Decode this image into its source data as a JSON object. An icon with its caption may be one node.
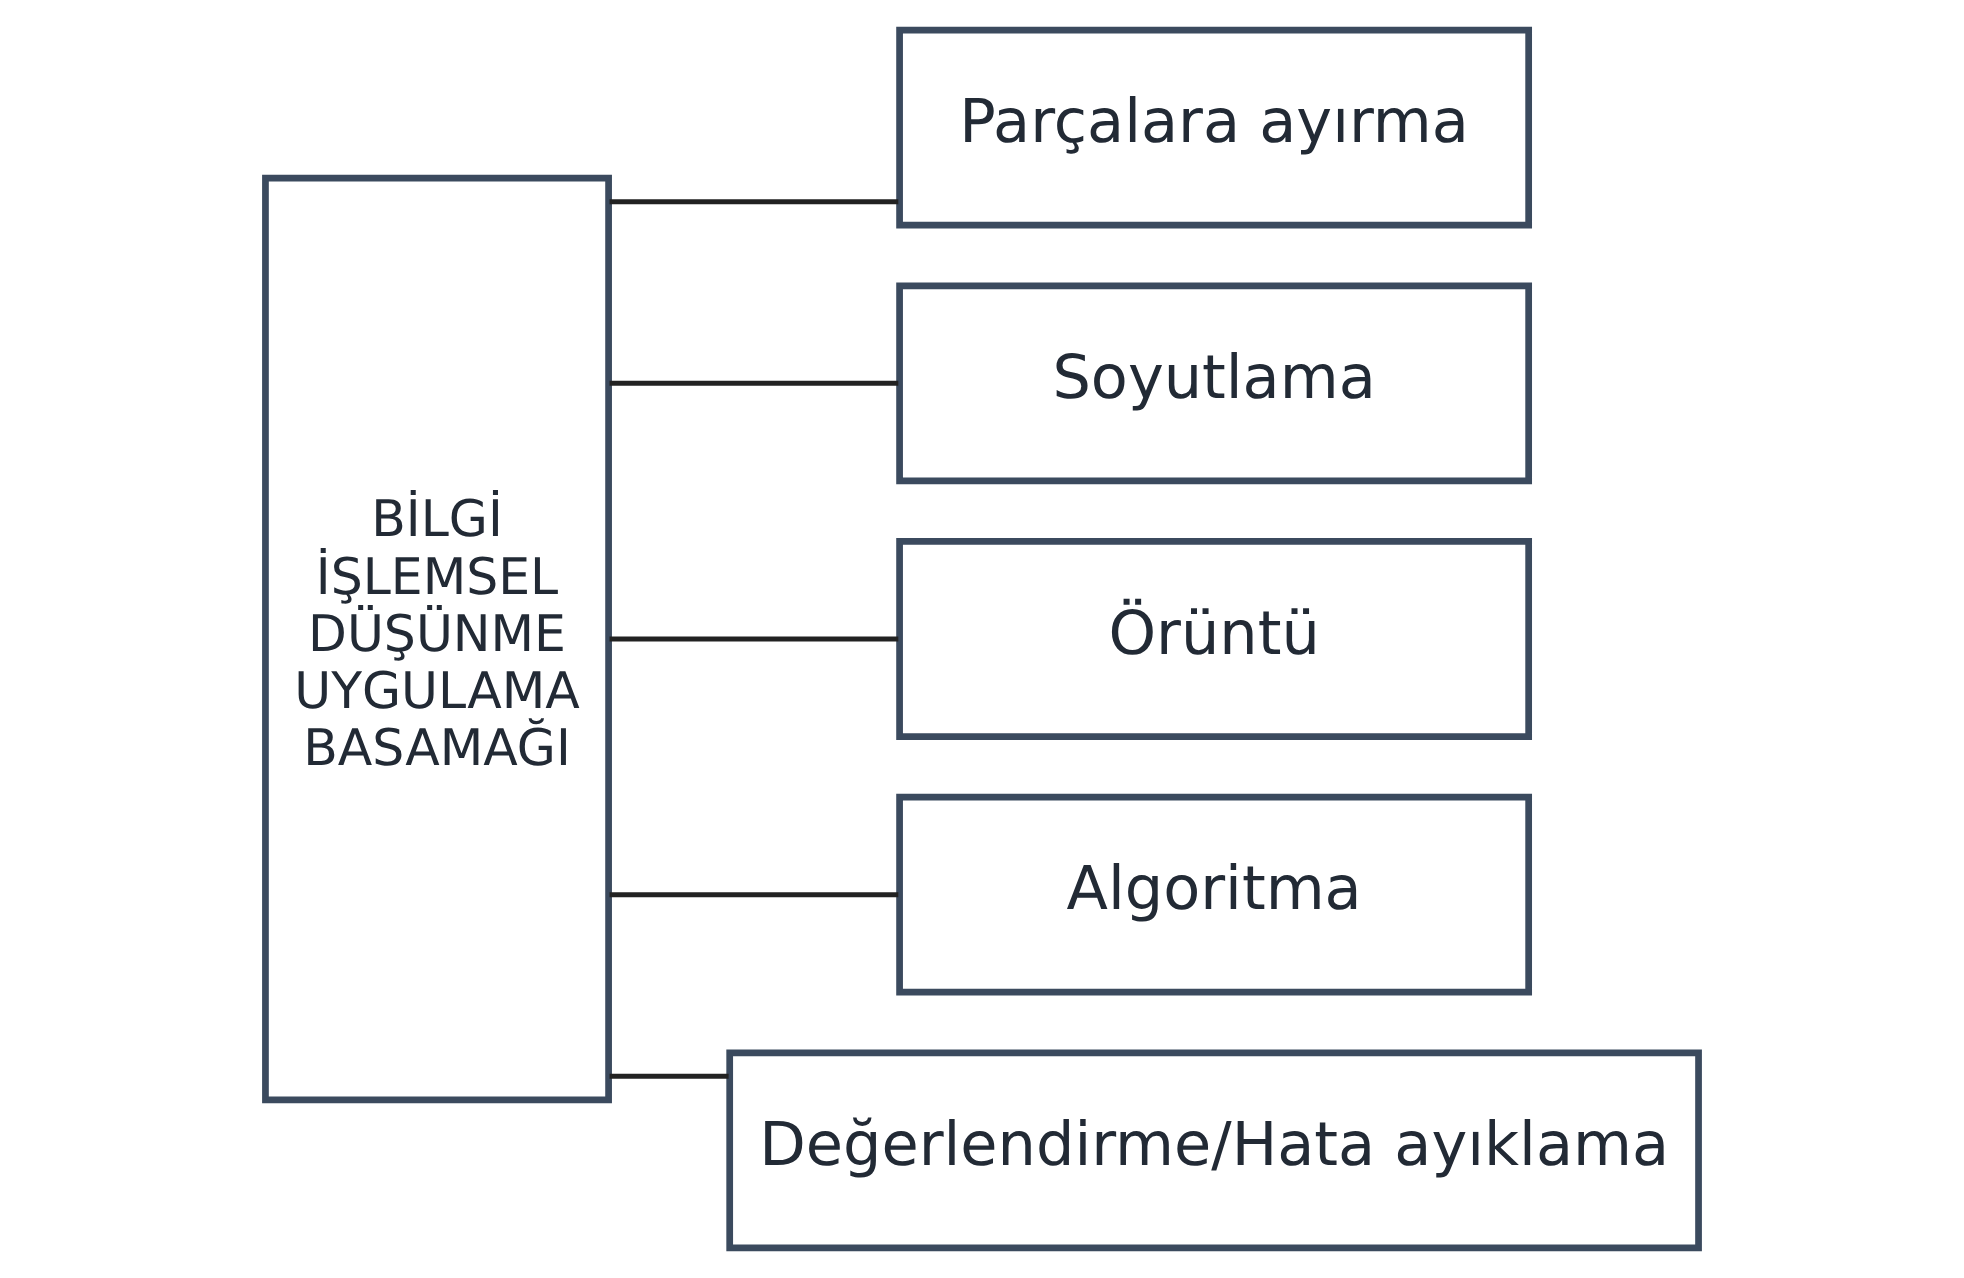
{
  "diagram": {
    "nodes": [
      {
        "text": [
          "BİLGİ İŞLEMSEL DÜŞÜNME UYGULAMA BASAMAĞI"
        ]
      },
      {
        "text": [
          "Parçalara ayırma"
        ]
      },
      {
        "text": [
          "Soyutlama"
        ]
      },
      {
        "text": [
          "Örüntü"
        ]
      },
      {
        "text": [
          "Algoritma"
        ]
      },
      {
        "text": [
          "Değerlendirme/Hata ayıklama"
        ]
      }
    ],
    "edges": [
      {
        "from": 0,
        "to": 1,
        "arrow": "none"
      },
      {
        "from": 0,
        "to": 2,
        "arrow": "none"
      },
      {
        "from": 0,
        "to": 3,
        "arrow": "none"
      },
      {
        "from": 0,
        "to": 4,
        "arrow": "none"
      },
      {
        "from": 0,
        "to": 5,
        "arrow": "none"
      }
    ]
  }
}
